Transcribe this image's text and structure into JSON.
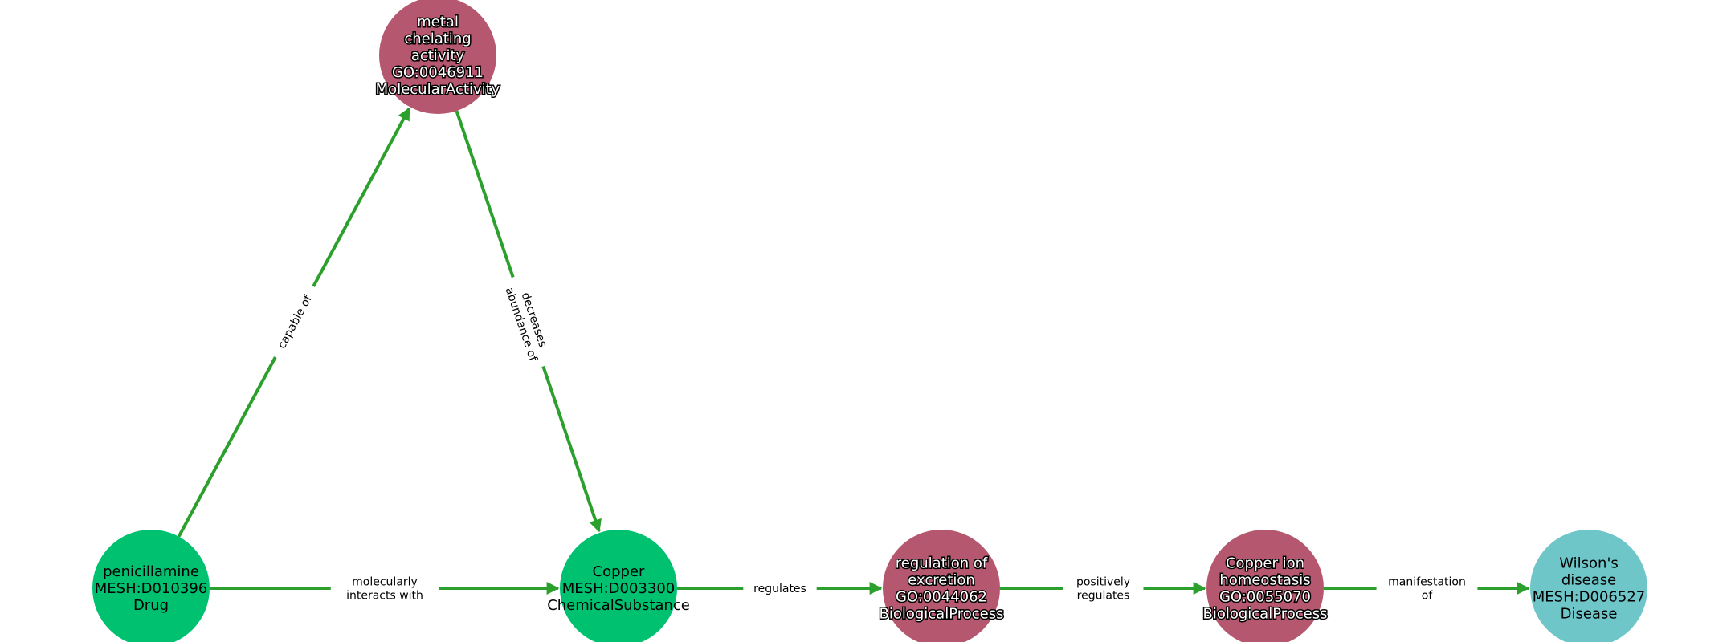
{
  "colors": {
    "chemical": "#00c170",
    "process": "#b5586f",
    "disease": "#6ec6c9",
    "edge": "#2ca02c",
    "edge_label_bg": "#ffffff"
  },
  "nodes": [
    {
      "id": "n-penicillamine",
      "category": "chemical",
      "halo": false,
      "lines": [
        "penicillamine",
        "MESH:D010396",
        "Drug"
      ]
    },
    {
      "id": "n-metal-chelating",
      "category": "process",
      "halo": true,
      "lines": [
        "metal",
        "chelating",
        "activity",
        "GO:0046911",
        "MolecularActivity"
      ]
    },
    {
      "id": "n-copper",
      "category": "chemical",
      "halo": false,
      "lines": [
        "Copper",
        "MESH:D003300",
        "ChemicalSubstance"
      ]
    },
    {
      "id": "n-regulation-excretion",
      "category": "process",
      "halo": true,
      "lines": [
        "regulation of",
        "excretion",
        "GO:0044062",
        "BiologicalProcess"
      ]
    },
    {
      "id": "n-copper-homeostasis",
      "category": "process",
      "halo": true,
      "lines": [
        "Copper ion",
        "homeostasis",
        "GO:0055070",
        "BiologicalProcess"
      ]
    },
    {
      "id": "n-wilsons-disease",
      "category": "disease",
      "halo": false,
      "lines": [
        "Wilson's",
        "disease",
        "MESH:D006527",
        "Disease"
      ]
    }
  ],
  "edges": [
    {
      "source": "n-penicillamine",
      "target": "n-metal-chelating",
      "lines": [
        "capable of"
      ]
    },
    {
      "source": "n-metal-chelating",
      "target": "n-copper",
      "lines": [
        "decreases",
        "abundance of"
      ]
    },
    {
      "source": "n-penicillamine",
      "target": "n-copper",
      "lines": [
        "molecularly",
        "interacts with"
      ]
    },
    {
      "source": "n-copper",
      "target": "n-regulation-excretion",
      "lines": [
        "regulates"
      ]
    },
    {
      "source": "n-regulation-excretion",
      "target": "n-copper-homeostasis",
      "lines": [
        "positively",
        "regulates"
      ]
    },
    {
      "source": "n-copper-homeostasis",
      "target": "n-wilsons-disease",
      "lines": [
        "manifestation",
        "of"
      ]
    }
  ]
}
